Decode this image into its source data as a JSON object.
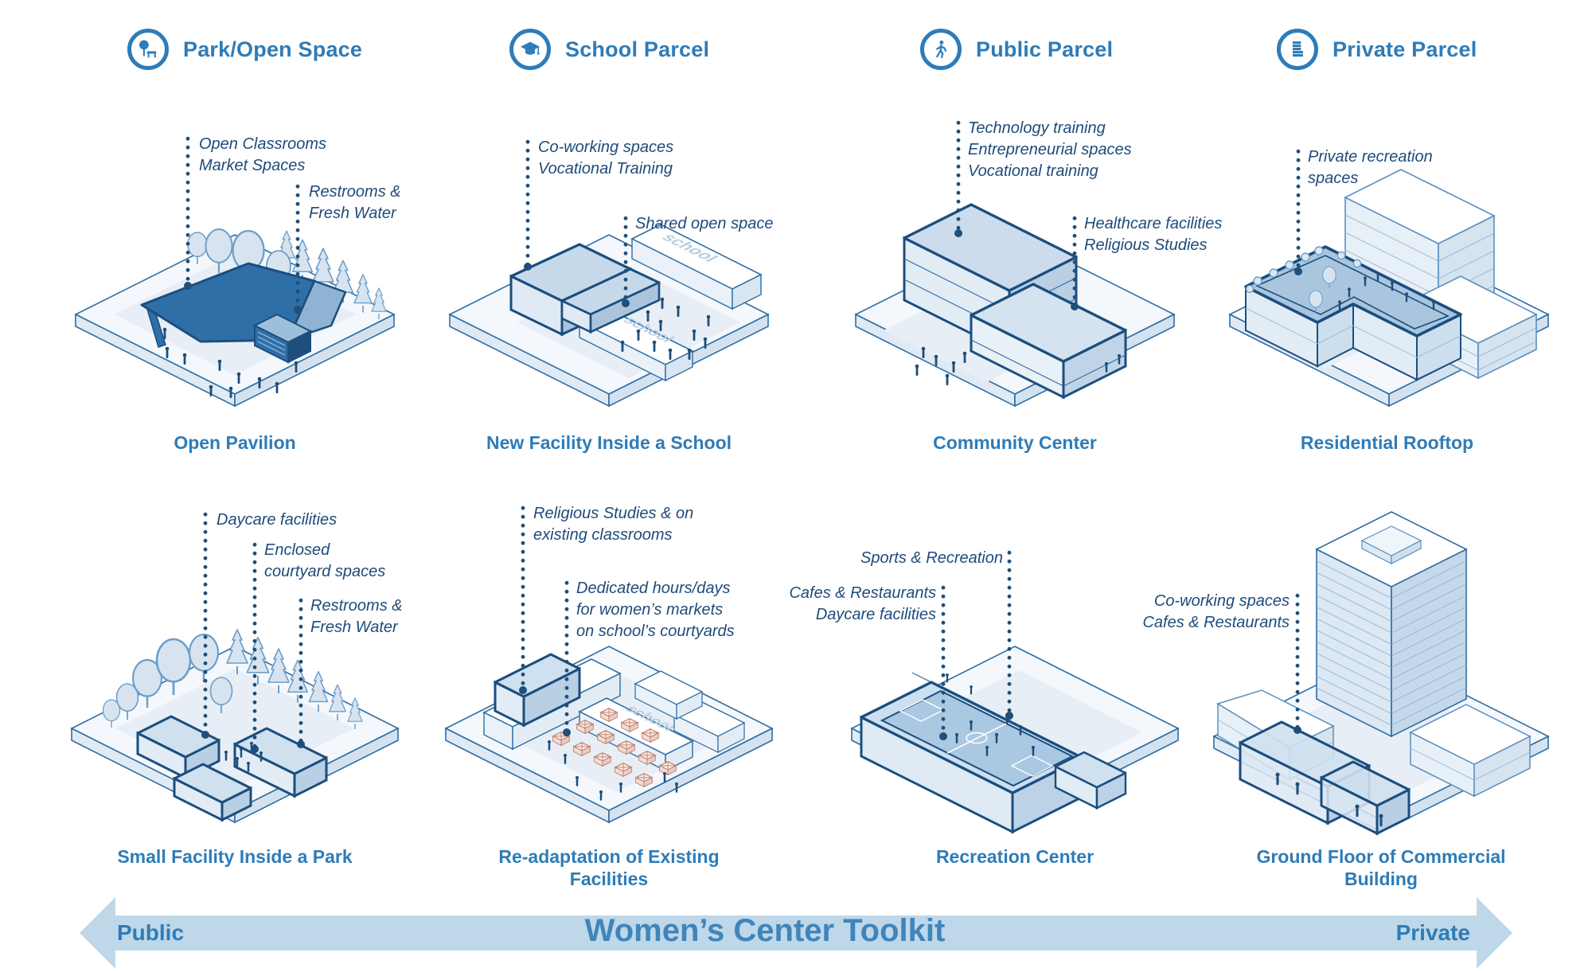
{
  "columns": [
    {
      "label": "Park/Open Space",
      "icon": "park-tree-bench-icon"
    },
    {
      "label": "School Parcel",
      "icon": "graduation-cap-icon"
    },
    {
      "label": "Public Parcel",
      "icon": "pedestrian-icon"
    },
    {
      "label": "Private Parcel",
      "icon": "building-stack-icon"
    }
  ],
  "cells": [
    {
      "caption": "Open Pavilion",
      "annotations": [
        "Open Classrooms\nMarket Spaces",
        "Restrooms &\nFresh Water"
      ]
    },
    {
      "caption": "New Facility Inside a School",
      "building_label": "school",
      "annotations": [
        "Co-working spaces\nVocational Training",
        "Shared open space"
      ]
    },
    {
      "caption": "Community Center",
      "annotations": [
        "Technology training\nEntrepreneurial spaces\nVocational training",
        "Healthcare facilities\nReligious Studies"
      ]
    },
    {
      "caption": "Residential Rooftop",
      "annotations": [
        "Private recreation\nspaces"
      ]
    },
    {
      "caption": "Small Facility Inside a Park",
      "annotations": [
        "Daycare facilities",
        "Enclosed\ncourtyard spaces",
        "Restrooms &\nFresh Water"
      ]
    },
    {
      "caption": "Re-adaptation of Existing Facilities",
      "building_label": "school",
      "annotations": [
        "Religious Studies & on\nexisting classrooms",
        "Dedicated hours/days\nfor women’s markets\non school’s courtyards"
      ]
    },
    {
      "caption": "Recreation Center",
      "annotations": [
        "Sports & Recreation",
        "Cafes & Restaurants\nDaycare facilities"
      ]
    },
    {
      "caption": "Ground Floor of Commercial\nBuilding",
      "annotations": [
        "Co-working spaces\nCafes & Restaurants"
      ]
    }
  ],
  "axis": {
    "left": "Public",
    "right": "Private",
    "title": "Women’s Center Toolkit"
  },
  "colors": {
    "primary_blue": "#2e7cb8",
    "annotation_navy": "#1e4b7a",
    "highlight_outline": "#1b4e7e",
    "band_fill": "#bed7e9",
    "light_fill": "#dce8f3"
  }
}
